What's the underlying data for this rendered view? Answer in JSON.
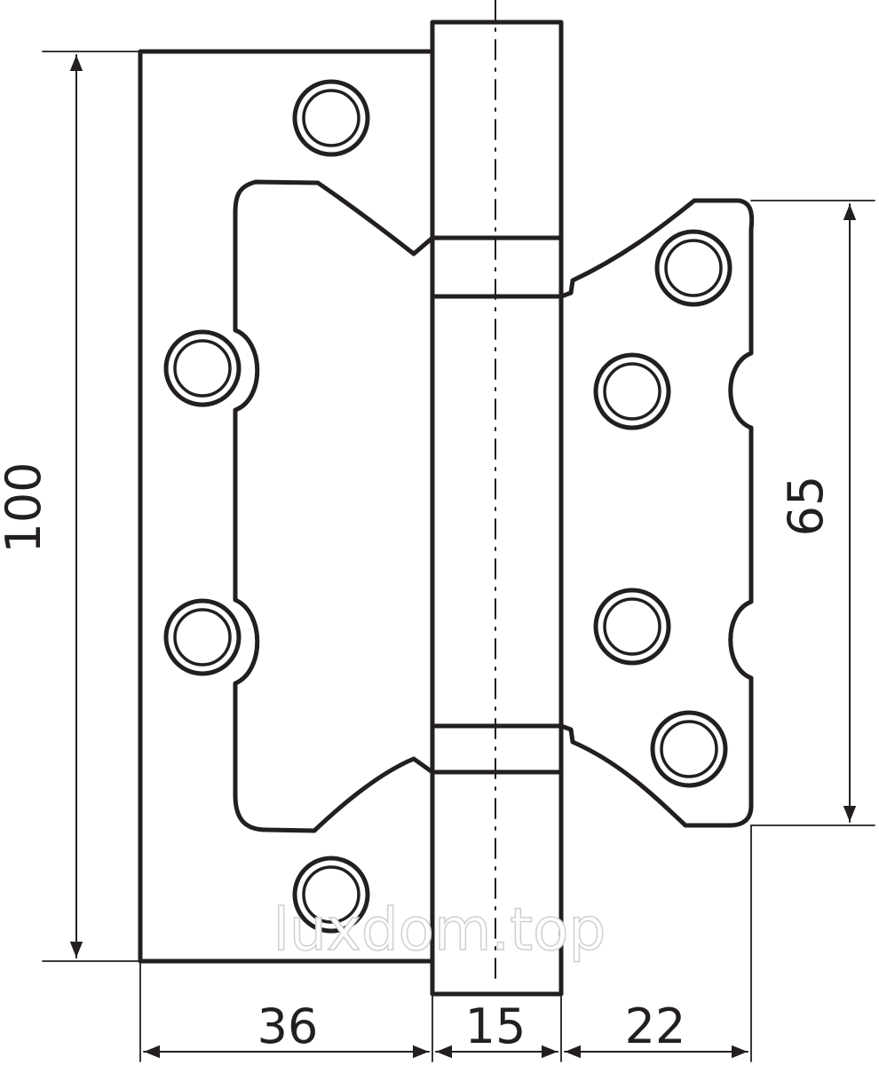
{
  "dimensions": {
    "height_total": "100",
    "leaf_width": "36",
    "knuckle_width": "15",
    "inner_leaf_width": "22",
    "inner_leaf_height": "65"
  },
  "watermark": "luxdom.top",
  "colors": {
    "line": "#231f20",
    "background": "#ffffff",
    "watermark_outline": "#cfcfcf"
  }
}
